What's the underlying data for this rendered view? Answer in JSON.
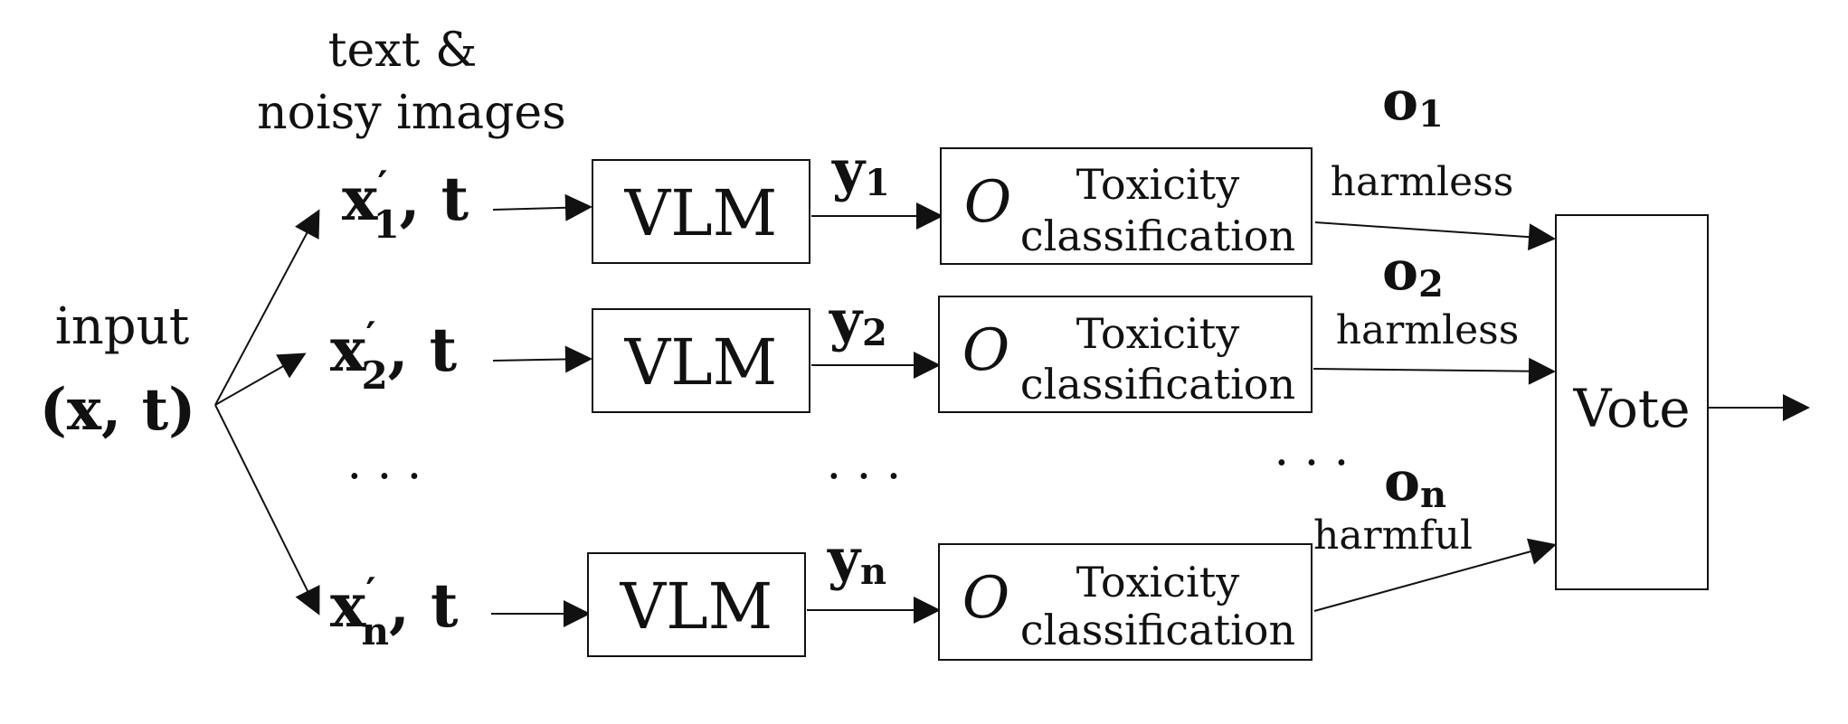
{
  "header": {
    "line1": "text &",
    "line2": "noisy images"
  },
  "input": {
    "label": "input",
    "pair": "(x, t)"
  },
  "rows": [
    {
      "x": "x",
      "prime": "′",
      "sub": "1",
      "comma_t": ", t",
      "vlm": "VLM",
      "y": "y",
      "y_sub": "1",
      "o_symbol": "O",
      "tox1": "Toxicity",
      "tox2": "classification",
      "o": "o",
      "o_sub": "1",
      "verdict": "harmless"
    },
    {
      "x": "x",
      "prime": "′",
      "sub": "2",
      "comma_t": ", t",
      "vlm": "VLM",
      "y": "y",
      "y_sub": "2",
      "o_symbol": "O",
      "tox1": "Toxicity",
      "tox2": "classification",
      "o": "o",
      "o_sub": "2",
      "verdict": "harmless"
    },
    {
      "x": "x",
      "prime": "′",
      "sub": "n",
      "comma_t": ", t",
      "vlm": "VLM",
      "y": "y",
      "y_sub": "n",
      "o_symbol": "O",
      "tox1": "Toxicity",
      "tox2": "classification",
      "o": "o",
      "o_sub": "n",
      "verdict": "harmful"
    }
  ],
  "ellipsis": "· · ·",
  "vote": "Vote"
}
